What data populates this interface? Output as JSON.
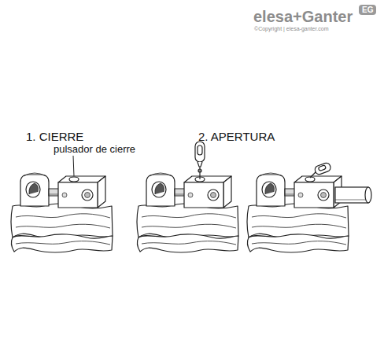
{
  "diagram": {
    "labels": [
      "elesa+Ganter",
      "EG",
      "©Copyright | elesa-ganter.com",
      "1. CIERRE",
      "pulsador de cierre",
      "2. APERTURA"
    ]
  }
}
